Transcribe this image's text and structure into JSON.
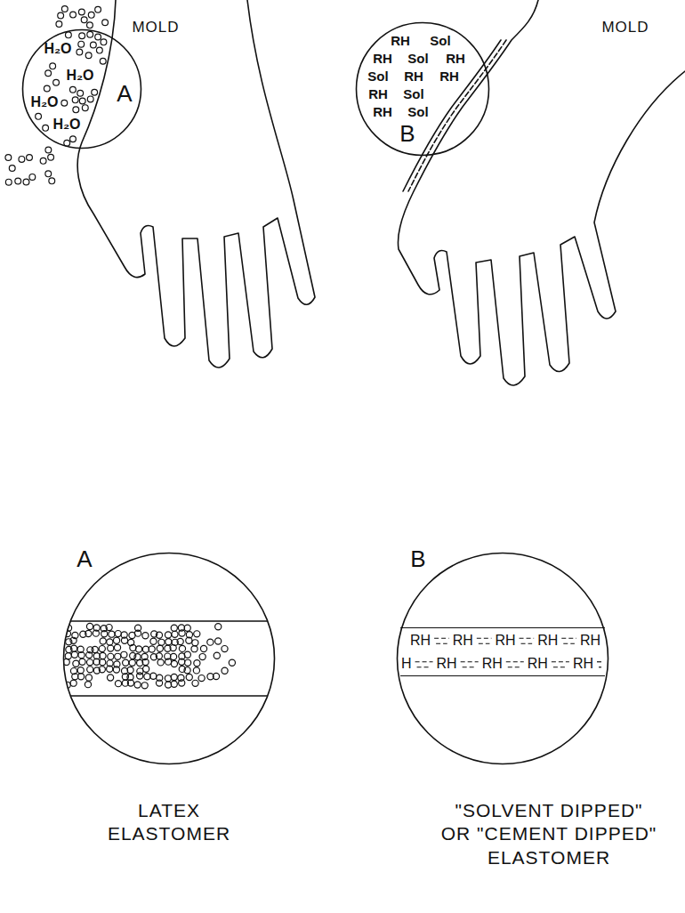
{
  "diagram": {
    "nodes": [
      {
        "text": [
          "A",
          "H₂O",
          "H₂O",
          "H₂O",
          "H₂O"
        ]
      },
      {
        "text": [
          "B",
          "RH",
          "Sol",
          "RH",
          "Sol",
          "RH",
          "Sol",
          "RH",
          "RH",
          "RH",
          "Sol",
          "RH",
          "Sol"
        ]
      },
      {
        "text": [
          "A"
        ]
      },
      {
        "text": [
          "B"
        ]
      },
      {
        "text": [
          "RH",
          "RH",
          "RH",
          "RH",
          "RH",
          "H",
          "RH",
          "RH",
          "RH",
          "RH"
        ],
        "in": 3
      }
    ],
    "labels": [
      "MOLD",
      "MOLD",
      "LATEX ELASTOMER",
      "\"SOLVENT DIPPED\" OR \"CEMENT DIPPED\" ELASTOMER"
    ]
  }
}
